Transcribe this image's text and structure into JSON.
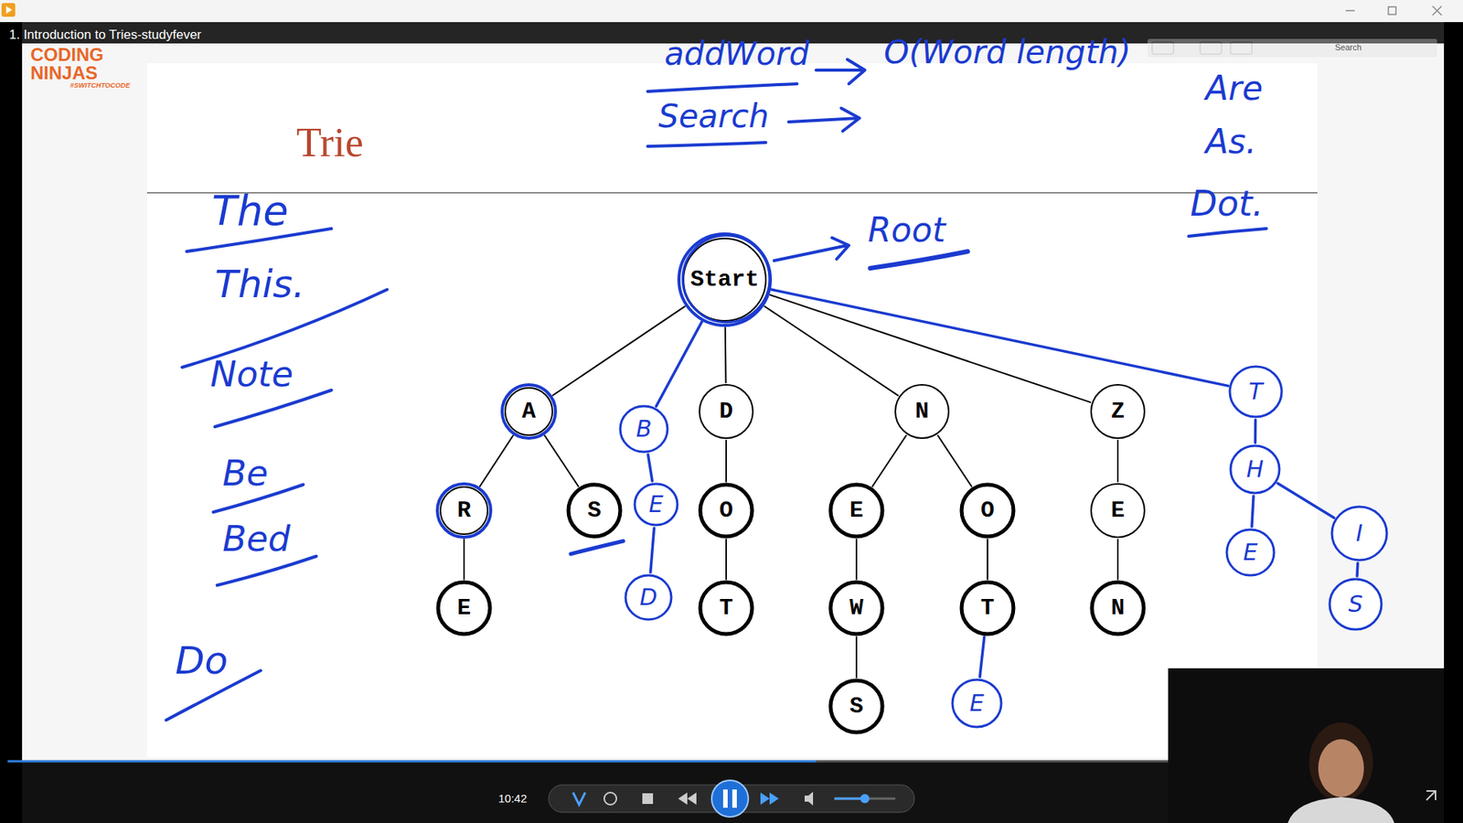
{
  "diagram": {
    "title": "Trie",
    "nodes": [
      {
        "text": [
          "Start"
        ]
      },
      {
        "text": [
          "A"
        ]
      },
      {
        "text": [
          "B"
        ]
      },
      {
        "text": [
          "D"
        ]
      },
      {
        "text": [
          "N"
        ]
      },
      {
        "text": [
          "Z"
        ]
      },
      {
        "text": [
          "T"
        ]
      },
      {
        "text": [
          "R"
        ]
      },
      {
        "text": [
          "S"
        ]
      },
      {
        "text": [
          "E"
        ]
      },
      {
        "text": [
          "O"
        ]
      },
      {
        "text": [
          "E"
        ]
      },
      {
        "text": [
          "O"
        ]
      },
      {
        "text": [
          "E"
        ]
      },
      {
        "text": [
          "H"
        ]
      },
      {
        "text": [
          "E"
        ]
      },
      {
        "text": [
          "D"
        ]
      },
      {
        "text": [
          "T"
        ]
      },
      {
        "text": [
          "W"
        ]
      },
      {
        "text": [
          "T"
        ]
      },
      {
        "text": [
          "N"
        ]
      },
      {
        "text": [
          "E"
        ]
      },
      {
        "text": [
          "I"
        ]
      },
      {
        "text": [
          "S"
        ]
      },
      {
        "text": [
          "E"
        ]
      },
      {
        "text": [
          "S"
        ]
      }
    ],
    "edges": [
      {
        "from": 0,
        "to": 1,
        "arrow": "none"
      },
      {
        "from": 0,
        "to": 2,
        "arrow": "none"
      },
      {
        "from": 0,
        "to": 3,
        "arrow": "none"
      },
      {
        "from": 0,
        "to": 4,
        "arrow": "none"
      },
      {
        "from": 0,
        "to": 5,
        "arrow": "none"
      },
      {
        "from": 0,
        "to": 6,
        "arrow": "none"
      },
      {
        "from": 1,
        "to": 7,
        "arrow": "none"
      },
      {
        "from": 1,
        "to": 8,
        "arrow": "none"
      },
      {
        "from": 2,
        "to": 9,
        "arrow": "none"
      },
      {
        "from": 3,
        "to": 10,
        "arrow": "none"
      },
      {
        "from": 4,
        "to": 11,
        "arrow": "none"
      },
      {
        "from": 4,
        "to": 12,
        "arrow": "none"
      },
      {
        "from": 5,
        "to": 13,
        "arrow": "none"
      },
      {
        "from": 6,
        "to": 14,
        "arrow": "none"
      },
      {
        "from": 7,
        "to": 15,
        "arrow": "none"
      },
      {
        "from": 9,
        "to": 16,
        "arrow": "none"
      },
      {
        "from": 10,
        "to": 17,
        "arrow": "none"
      },
      {
        "from": 11,
        "to": 18,
        "arrow": "none"
      },
      {
        "from": 12,
        "to": 19,
        "arrow": "none"
      },
      {
        "from": 13,
        "to": 20,
        "arrow": "none"
      },
      {
        "from": 14,
        "to": 21,
        "arrow": "none"
      },
      {
        "from": 14,
        "to": 22,
        "arrow": "none"
      },
      {
        "from": 18,
        "to": 23,
        "arrow": "none"
      },
      {
        "from": 19,
        "to": 24,
        "arrow": "none"
      },
      {
        "from": 22,
        "to": 25,
        "arrow": "none"
      }
    ],
    "labels": [
      "1. Introduction to Tries-studyfever",
      "CODING",
      "NINJAS",
      "#SWITCHTOCODE",
      "Search",
      "addWord",
      "O(Word length)",
      "Search",
      "Root",
      "Are",
      "As.",
      "Dot.",
      "The",
      "This.",
      "Note",
      "Be",
      "Bed",
      "Do",
      "10:42"
    ]
  }
}
